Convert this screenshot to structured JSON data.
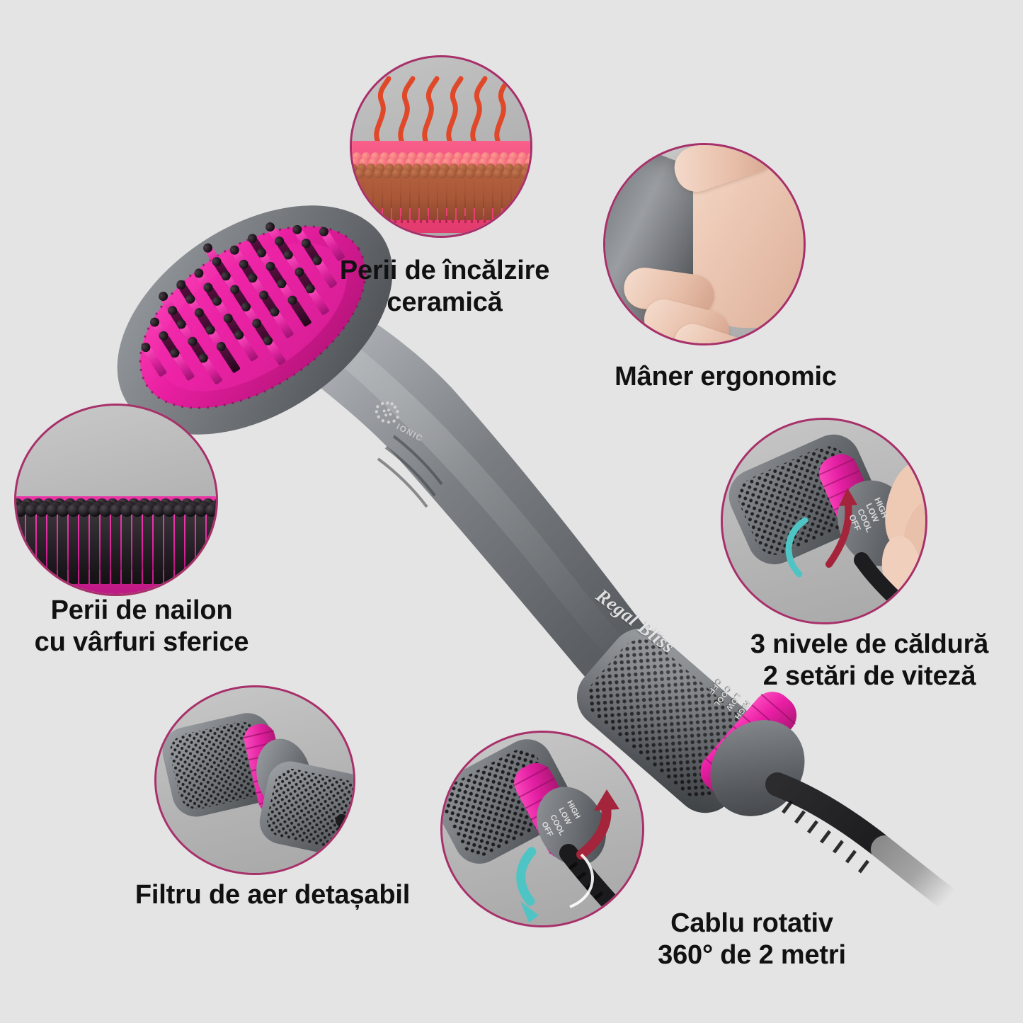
{
  "page": {
    "background_color": "#e4e4e4",
    "accent_color": "#a8306a",
    "product_brand": "Regal Bliss",
    "ionic_label": "IONIC",
    "language": "ro"
  },
  "features": [
    {
      "id": "ceramic-brushes",
      "caption": "Perii de încălzire\nceramică",
      "icon": "heat-waves-icon"
    },
    {
      "id": "ergonomic-handle",
      "caption": "Mâner ergonomic",
      "icon": "hand-grip-icon"
    },
    {
      "id": "nylon-bristles",
      "caption": "Perii de nailon\ncu vârfuri sferice",
      "icon": "bristle-row-icon"
    },
    {
      "id": "heat-speed-settings",
      "caption": "3 nivele de căldură\n2 setări de viteză",
      "icon": "dial-icon"
    },
    {
      "id": "detachable-filter",
      "caption": "Filtru de aer detașabil",
      "icon": "filter-barrel-icon"
    },
    {
      "id": "swivel-cord",
      "caption": "Cablu rotativ\n360° de 2 metri",
      "icon": "rotation-arrows-icon"
    }
  ],
  "dial": {
    "settings": [
      "HIGH",
      "LOW",
      "COOL",
      "OFF"
    ],
    "high": "HIGH",
    "low": "LOW",
    "cool": "COOL",
    "off": "OFF"
  },
  "colors": {
    "magenta": "#d9219a",
    "circle_border": "#a8306a",
    "body_gray": "#6e7276",
    "heat_orange": "#e04a2a",
    "arrow_red": "#a4243b",
    "arrow_teal": "#4fc4c4",
    "text": "#111111"
  }
}
